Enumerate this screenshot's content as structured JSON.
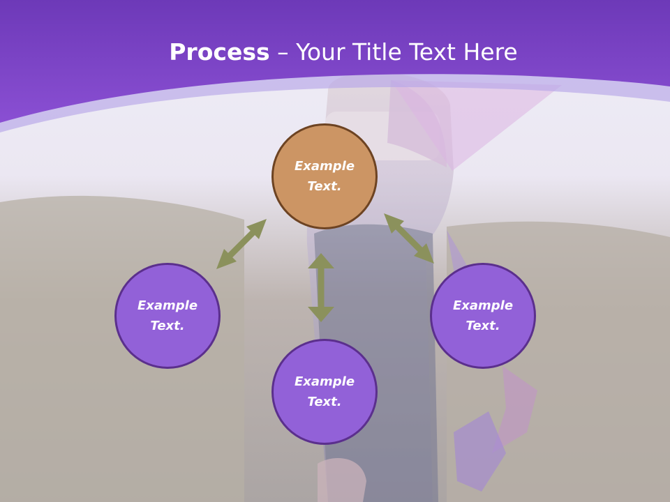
{
  "slide": {
    "title_bold": "Process",
    "title_rest": " – Your Title Text Here"
  },
  "nodes": [
    {
      "label": "Example Text."
    },
    {
      "label": "Example Text."
    },
    {
      "label": "Example Text."
    },
    {
      "label": "Example Text."
    }
  ],
  "colors": {
    "header_purple": "#7a44c8",
    "node_purple": "#9261d8",
    "node_purple_border": "#5b2f8d",
    "node_orange": "#cc9564",
    "node_orange_border": "#6d4322",
    "arrow_olive": "#8b915c"
  }
}
